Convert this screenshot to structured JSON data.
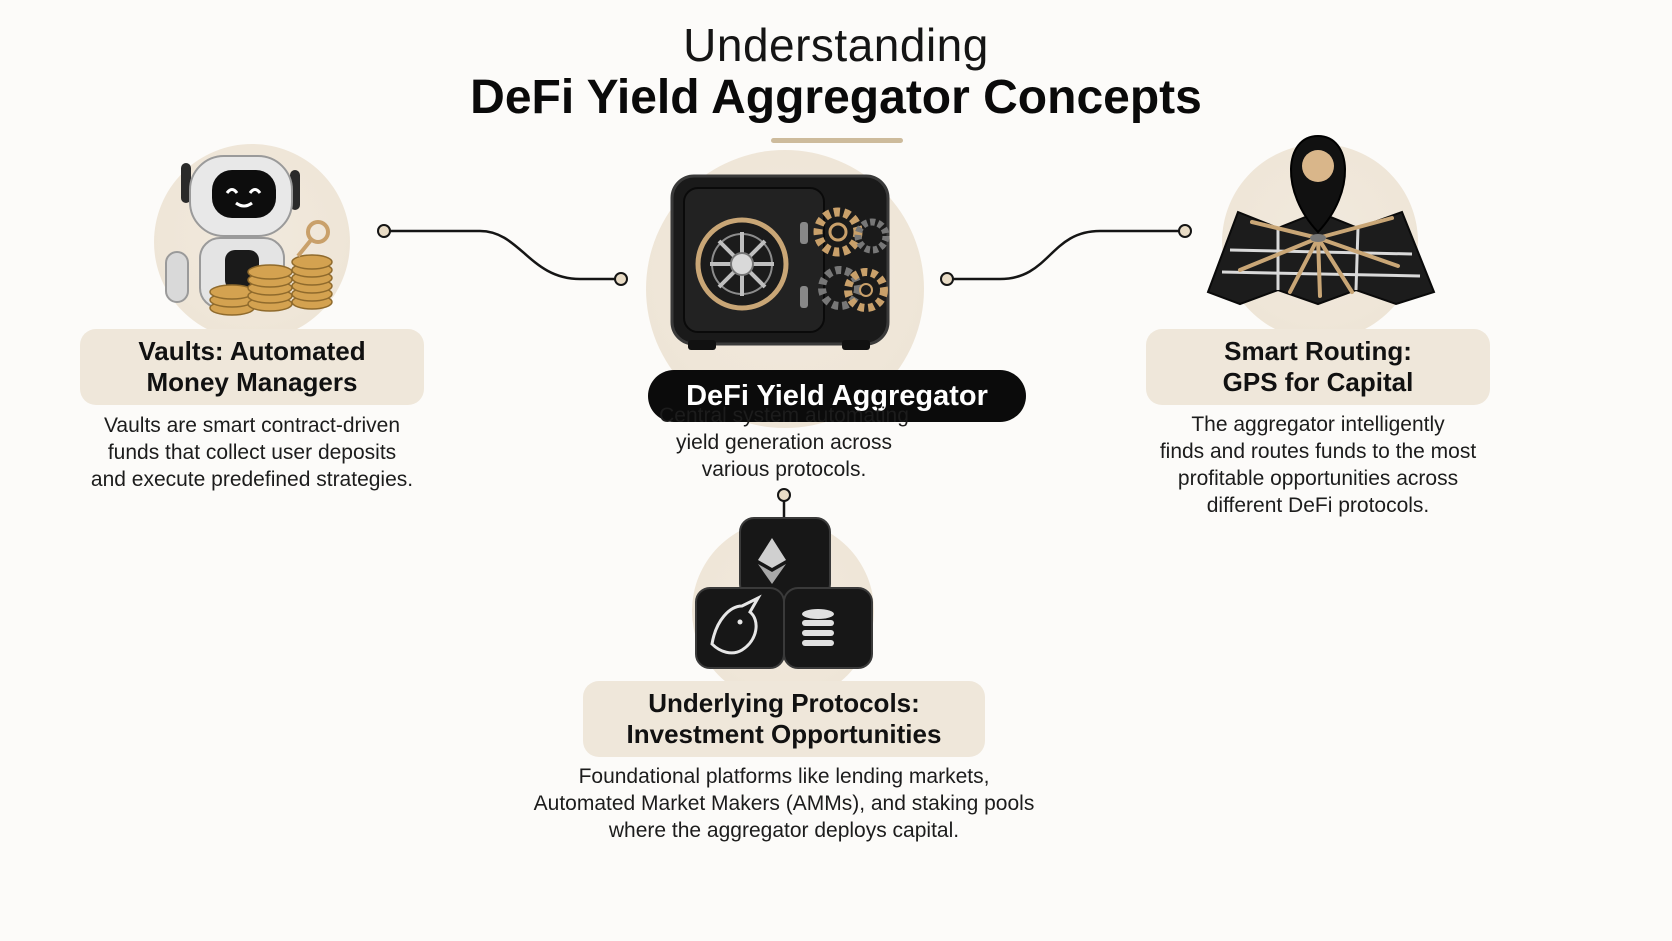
{
  "header": {
    "title_line1": "Understanding",
    "title_line2": "DeFi Yield Aggregator Concepts"
  },
  "center": {
    "label": "DeFi Yield Aggregator",
    "description": [
      "Central system automating",
      "yield generation across",
      "various protocols."
    ],
    "icon": "safe-vault-with-gears-icon"
  },
  "vaults": {
    "title": [
      "Vaults: Automated",
      "Money Managers"
    ],
    "description": [
      "Vaults are smart contract-driven",
      "funds that collect user deposits",
      "and execute predefined strategies."
    ],
    "icon": "robot-with-coins-icon"
  },
  "routing": {
    "title": [
      "Smart Routing:",
      "GPS for Capital"
    ],
    "description": [
      "The aggregator intelligently",
      "finds and routes funds to the most",
      "profitable opportunities across",
      "different DeFi protocols."
    ],
    "icon": "map-pin-routes-icon"
  },
  "protocols": {
    "title": [
      "Underlying Protocols:",
      "Investment Opportunities"
    ],
    "description": [
      "Foundational platforms like lending markets,",
      "Automated Market Makers (AMMs), and staking pools",
      "where the aggregator deploys capital."
    ],
    "icons": [
      "ethereum-block-icon",
      "unicorn-block-icon",
      "database-block-icon"
    ]
  },
  "colors": {
    "accent_gold": "#c9a676",
    "halo": "#efe6d8",
    "pill_bg": "#efe7da",
    "dark": "#0b0b0b"
  }
}
